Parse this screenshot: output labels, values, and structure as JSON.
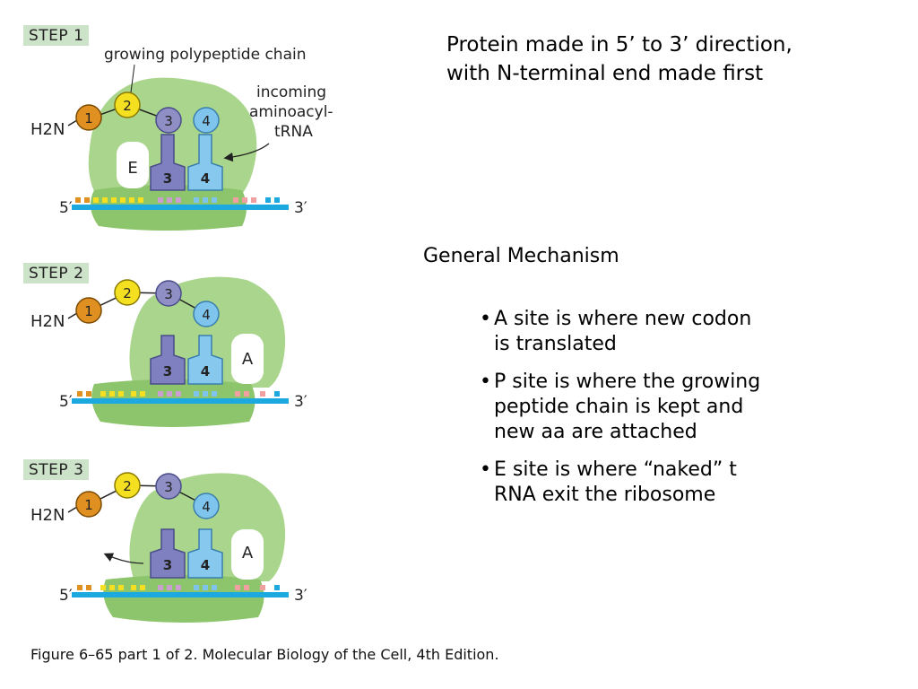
{
  "figure": {
    "steps": [
      {
        "label": "STEP 1"
      },
      {
        "label": "STEP 2"
      },
      {
        "label": "STEP 3"
      }
    ],
    "annotations": {
      "growing_chain": "growing polypeptide chain",
      "incoming": [
        "incoming",
        "aminoacyl-",
        "tRNA"
      ]
    },
    "labels": {
      "h2n": "H2N",
      "five_prime": "5′",
      "three_prime": "3′",
      "e_site": "E",
      "a_site": "A",
      "aa": [
        "1",
        "2",
        "3",
        "4"
      ]
    },
    "colors": {
      "ribosome": "#a9d58c",
      "ribosome_dark": "#8cc56b",
      "mrna": "#1ba9e0",
      "aa1": "#e09020",
      "aa2": "#f4e020",
      "aa3": "#8f8fc6",
      "aa4": "#7fc4ec",
      "trna3": "#7e80bf",
      "trna4": "#86c8ee"
    },
    "caption": "Figure 6–65 part 1 of 2. Molecular Biology of the Cell, 4th Edition."
  },
  "slide": {
    "heading": [
      "Protein made in 5’ to 3’ direction,",
      "with N-terminal end made first"
    ],
    "section": "General Mechanism",
    "bullets": [
      [
        "A site is where new codon",
        "is translated"
      ],
      [
        "P site is where the growing",
        "peptide chain is kept and",
        "new aa are attached"
      ],
      [
        "E site is where “naked” t",
        "RNA exit the ribosome"
      ]
    ]
  }
}
